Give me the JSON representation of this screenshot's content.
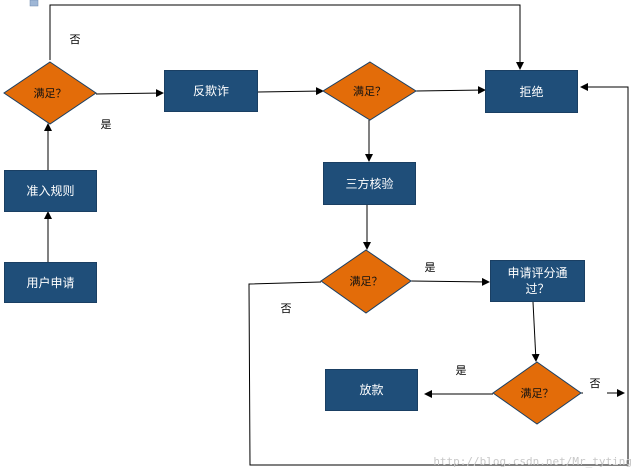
{
  "nodes": {
    "user_application": "用户申请",
    "admission_rules": "准入规则",
    "anti_fraud": "反欺诈",
    "third_party_check": "三方核验",
    "reject": "拒绝",
    "credit_score": "申请评分通过？",
    "loan_release": "放款"
  },
  "decisions": {
    "d1": "满足？",
    "d2": "满足？",
    "d3": "满足？",
    "d4": "满足？"
  },
  "edge_labels": {
    "d1_no": "否",
    "d1_yes": "是",
    "d3_yes": "是",
    "d3_no": "否",
    "d4_yes": "是",
    "d4_no": "否"
  },
  "watermark": "http://blog.csdn.net/Mr_tyting",
  "colors": {
    "process_box": "#1F4E79",
    "decision": "#E36C09",
    "arrow": "#000000"
  }
}
